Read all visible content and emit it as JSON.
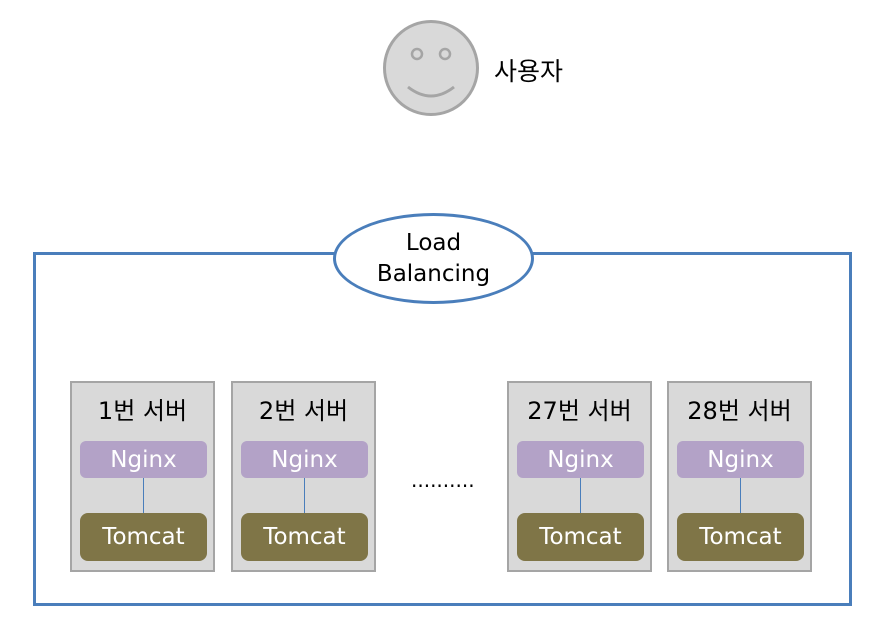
{
  "user": {
    "label": "사용자"
  },
  "load_balancer": {
    "line1": "Load",
    "line2": "Balancing"
  },
  "servers": [
    {
      "title": "1번 서버",
      "top": "Nginx",
      "bottom": "Tomcat"
    },
    {
      "title": "2번 서버",
      "top": "Nginx",
      "bottom": "Tomcat"
    },
    {
      "title": "27번 서버",
      "top": "Nginx",
      "bottom": "Tomcat"
    },
    {
      "title": "28번 서버",
      "top": "Nginx",
      "bottom": "Tomcat"
    }
  ],
  "ellipsis": "..........",
  "colors": {
    "frame": "#4a7ebb",
    "nginx": "#b3a2c7",
    "tomcat": "#7f7547",
    "server_bg": "#d9d9d9"
  }
}
